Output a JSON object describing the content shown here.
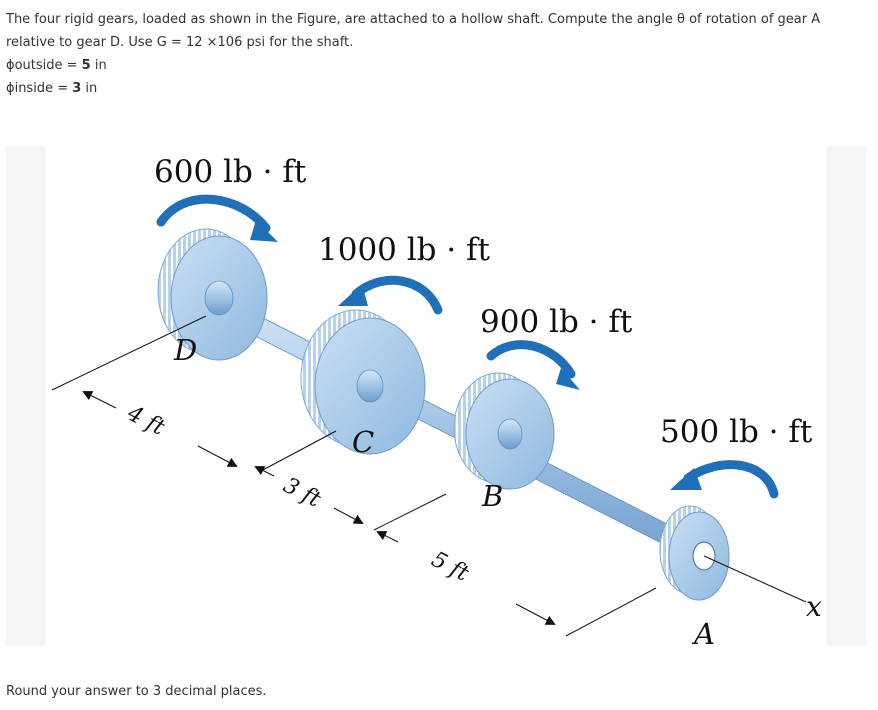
{
  "problem": {
    "line1": "The four rigid gears, loaded as shown in the Figure, are attached to a hollow shaft. Compute the angle θ of rotation of gear A",
    "line2": "relative to gear D. Use G = 12 ×106 psi for the shaft.",
    "outside_label": "ϕoutside = ",
    "outside_value": "5",
    "outside_unit": " in",
    "inside_label": "ϕinside = ",
    "inside_value": "3",
    "inside_unit": " in"
  },
  "figure": {
    "torque_D": "600 lb · ft",
    "torque_C": "1000 lb · ft",
    "torque_B": "900 lb · ft",
    "torque_A": "500 lb · ft",
    "gear_D": "D",
    "gear_C": "C",
    "gear_B": "B",
    "gear_A": "A",
    "dim_1": "4 ft",
    "dim_2": "3 ft",
    "dim_3": "5 ft",
    "axis_x": "x",
    "colors": {
      "gear": "#9fc4e6",
      "gear_rim": "#7fa9d3",
      "shaft": "#a9c9ea",
      "arrow": "#1f70b8"
    }
  },
  "footer": {
    "instruction": "Round your answer to 3 decimal places."
  }
}
